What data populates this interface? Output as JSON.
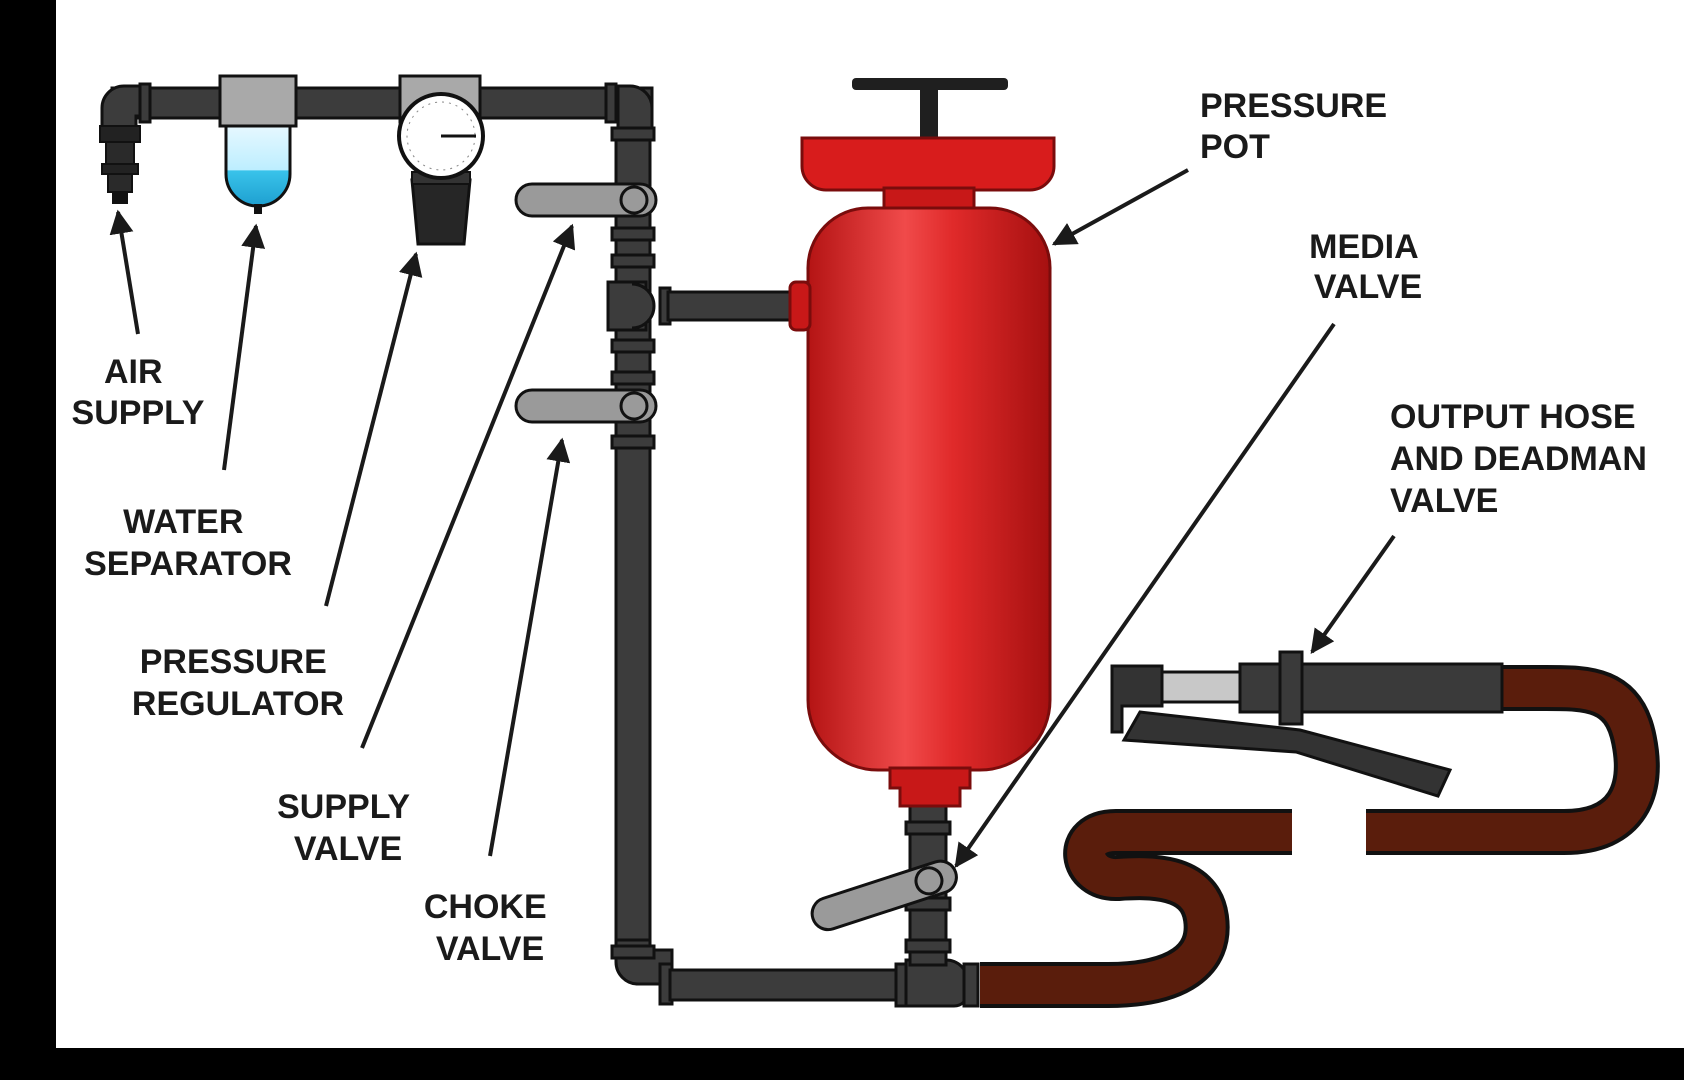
{
  "colors": {
    "background": "#ffffff",
    "pipe": "#3c3c3c",
    "pipe_outline": "#111111",
    "handle": "#9a9a9a",
    "fitting": "#a9a9a9",
    "pot_red": "#dd1f1f",
    "pot_dark": "#8e0f0f",
    "hose_brown": "#5a1d0c",
    "water": "#3fc6ec"
  },
  "labels": {
    "air_supply": [
      "AIR",
      "SUPPLY"
    ],
    "water_separator": [
      "WATER",
      "SEPARATOR"
    ],
    "pressure_regulator": [
      "PRESSURE",
      "REGULATOR"
    ],
    "supply_valve": [
      "SUPPLY",
      "VALVE"
    ],
    "choke_valve": [
      "CHOKE",
      "VALVE"
    ],
    "pressure_pot": [
      "PRESSURE",
      "POT"
    ],
    "media_valve": [
      "MEDIA",
      "VALVE"
    ],
    "output_hose": [
      "OUTPUT HOSE",
      "AND DEADMAN",
      "VALVE"
    ]
  }
}
